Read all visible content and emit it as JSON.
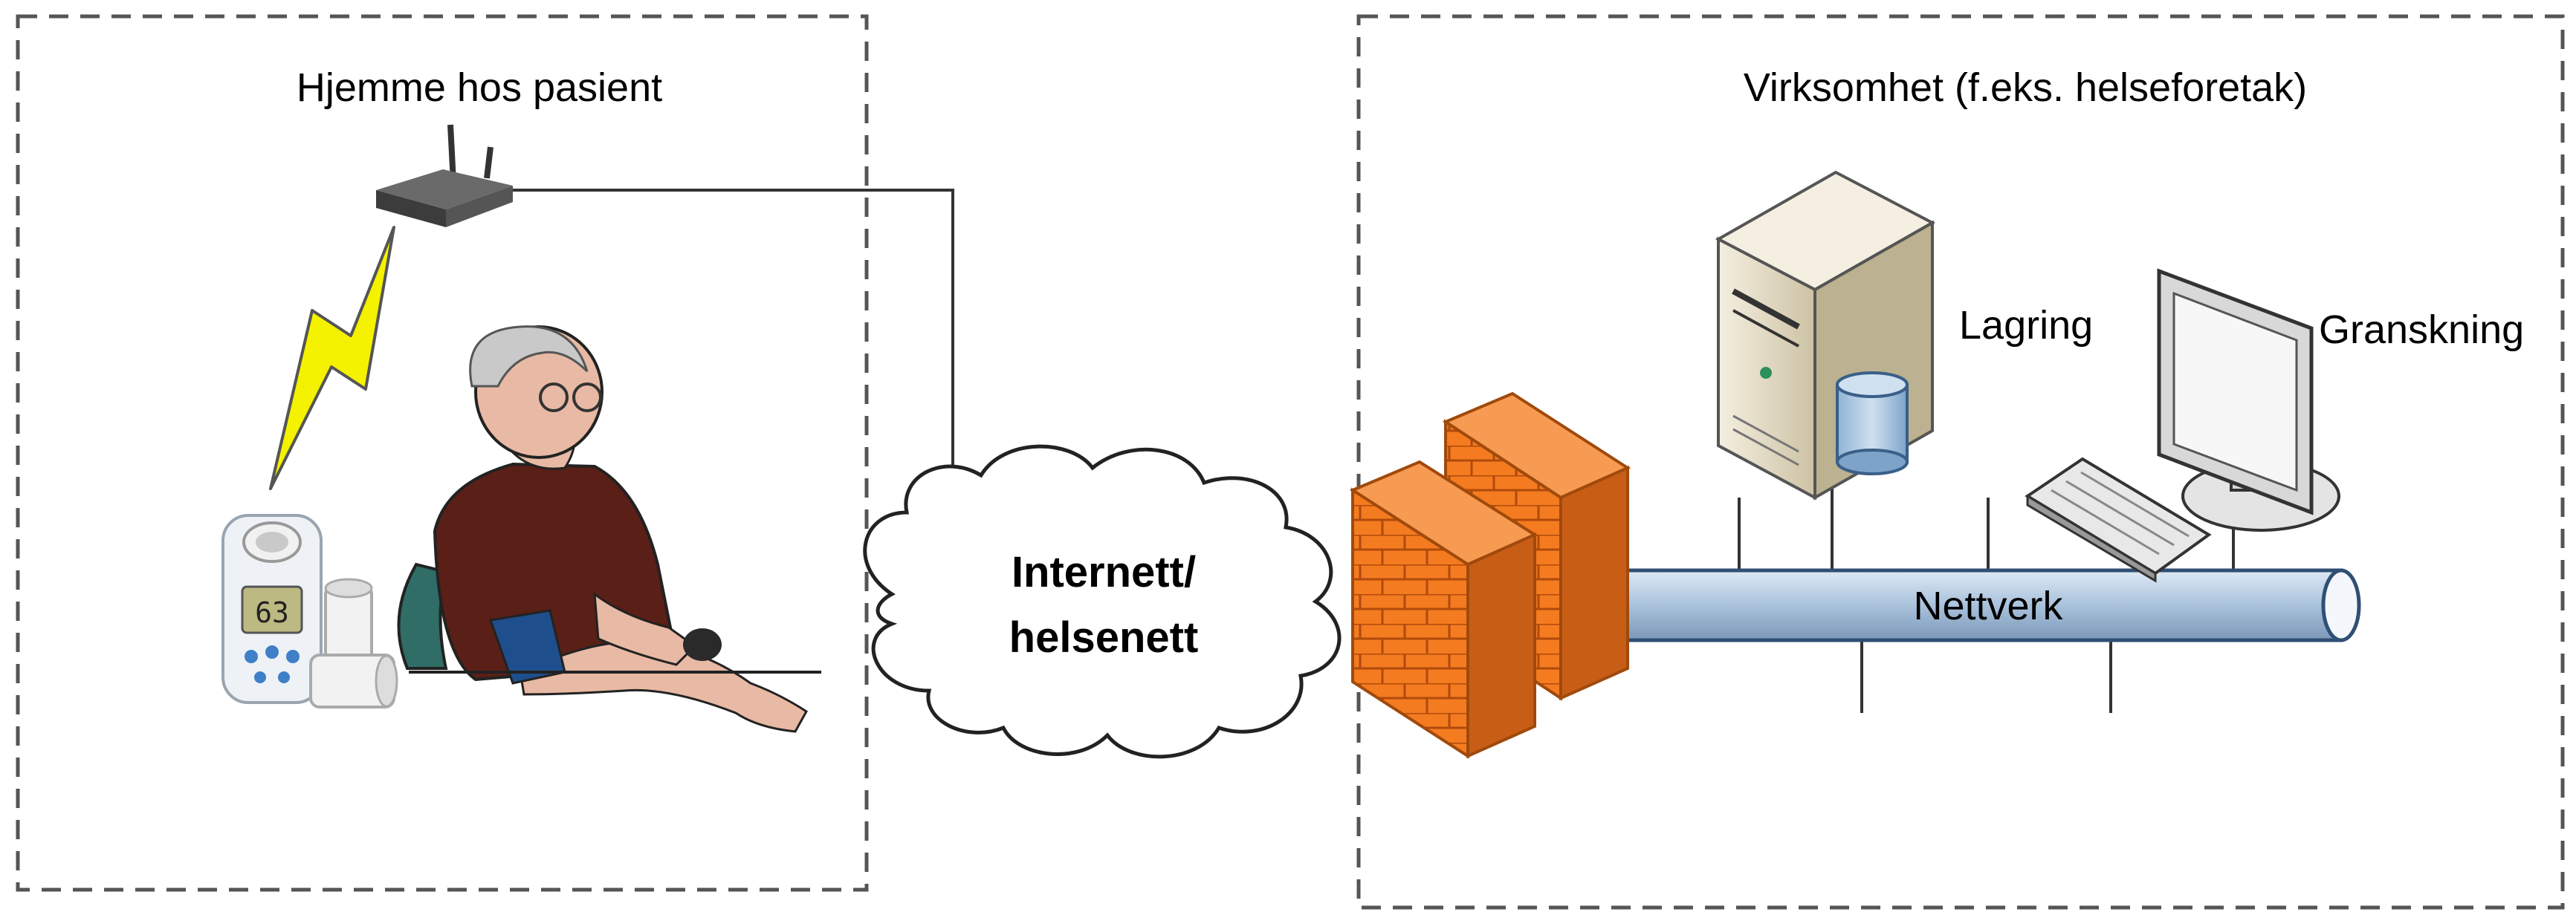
{
  "regions": {
    "home": {
      "label": "Hjemme hos pasient"
    },
    "enterprise": {
      "label": "Virksomhet (f.eks. helseforetak)"
    }
  },
  "cloud": {
    "line1": "Internett/",
    "line2": "helsenett"
  },
  "nodes": {
    "storage": {
      "label": "Lagring"
    },
    "review": {
      "label": "Granskning"
    },
    "network": {
      "label": "Nettverk"
    }
  },
  "device": {
    "display": "63"
  },
  "colors": {
    "firewall": "#f47b20",
    "network_pipe": "#a9c2dc",
    "lightning": "#f5f200",
    "router": "#555555",
    "server": "#e9dfc4",
    "shirt": "#5a1f16"
  },
  "icons": [
    "router-icon",
    "lightning-icon",
    "spirometer-icon",
    "patient-icon",
    "cloud-icon",
    "firewall-icon",
    "server-icon",
    "database-icon",
    "monitor-icon",
    "keyboard-icon",
    "network-pipe"
  ]
}
